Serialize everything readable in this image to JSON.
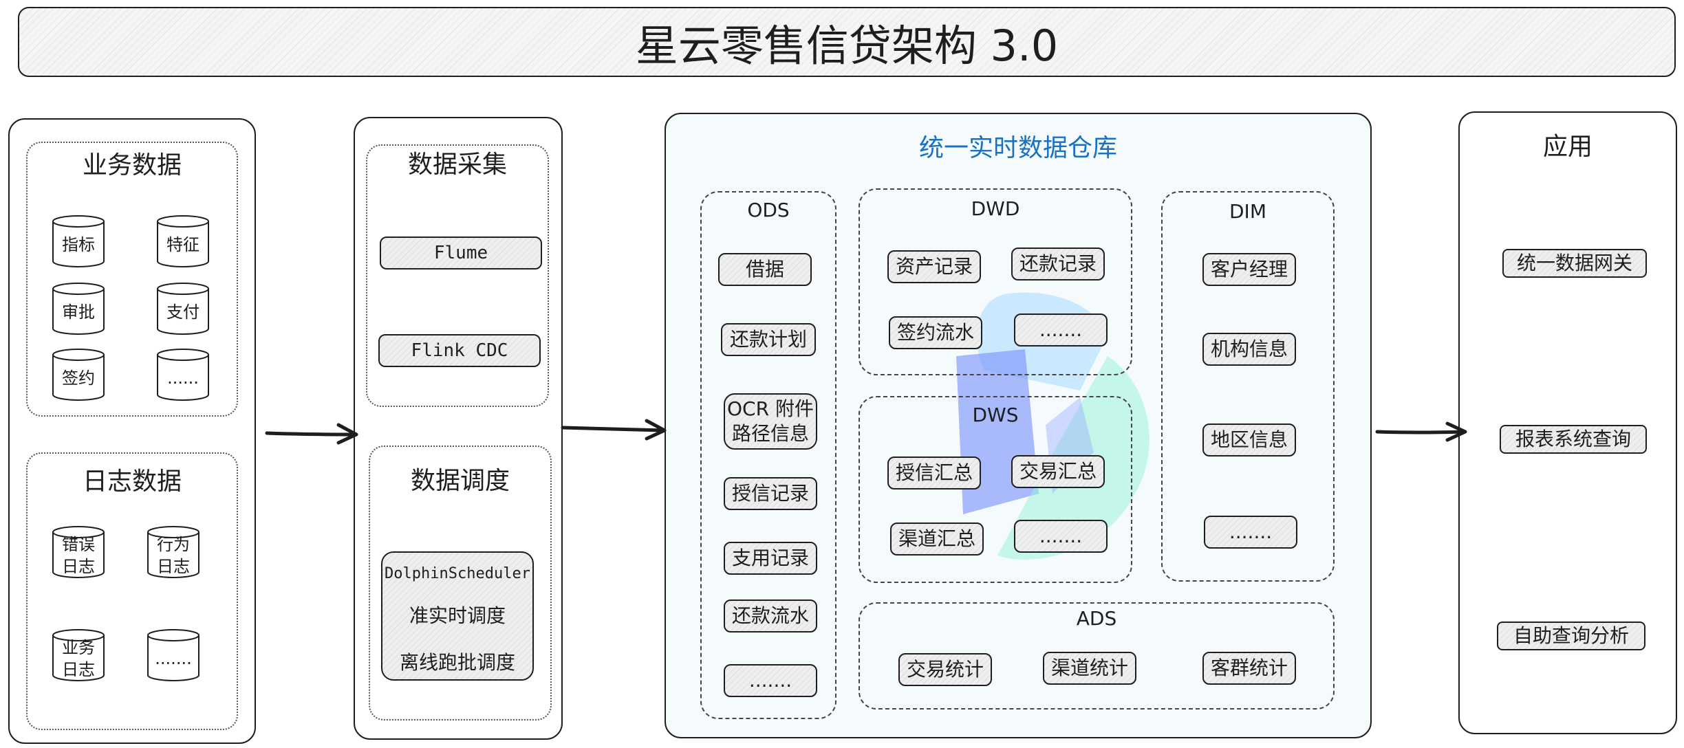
{
  "title": "星云零售信贷架构 3.0",
  "business": {
    "title": "业务数据",
    "items": [
      "指标",
      "特征",
      "审批",
      "支付",
      "签约",
      "......"
    ]
  },
  "logs": {
    "title": "日志数据",
    "items": [
      "错误\n日志",
      "行为\n日志",
      "业务\n日志",
      "......."
    ]
  },
  "collect": {
    "title": "数据采集",
    "items": [
      "Flume",
      "Flink CDC"
    ]
  },
  "schedule": {
    "title": "数据调度",
    "tool": "DolphinScheduler",
    "items": [
      "准实时调度",
      "离线跑批调度"
    ]
  },
  "warehouse": {
    "title": "统一实时数据仓库",
    "ods": {
      "title": "ODS",
      "items": [
        "借据",
        "还款计划",
        "OCR 附件\n路径信息",
        "授信记录",
        "支用记录",
        "还款流水",
        "......."
      ]
    },
    "dwd": {
      "title": "DWD",
      "items": [
        "资产记录",
        "还款记录",
        "签约流水",
        "......."
      ]
    },
    "dws": {
      "title": "DWS",
      "items": [
        "授信汇总",
        "交易汇总",
        "渠道汇总",
        "......."
      ]
    },
    "dim": {
      "title": "DIM",
      "items": [
        "客户经理",
        "机构信息",
        "地区信息",
        "......."
      ]
    },
    "ads": {
      "title": "ADS",
      "items": [
        "交易统计",
        "渠道统计",
        "客群统计"
      ]
    }
  },
  "apps": {
    "title": "应用",
    "items": [
      "统一数据网关",
      "报表系统查询",
      "自助查询分析"
    ]
  },
  "colors": {
    "accent": "#1971c2",
    "stroke": "#1e1e1e",
    "warehouse_bg": "#f5fbfd"
  }
}
